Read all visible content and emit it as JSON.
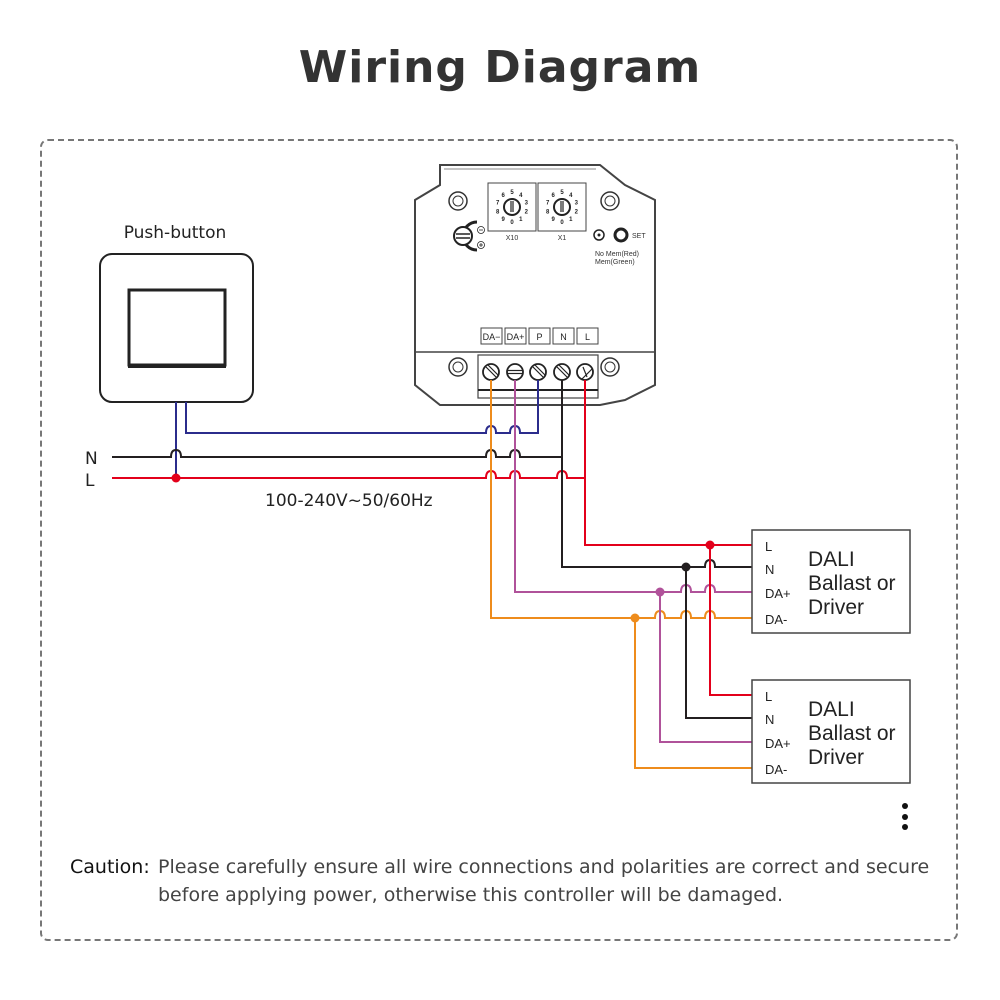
{
  "title": "Wiring Diagram",
  "push_button": {
    "label": "Push-button"
  },
  "mains": {
    "n_label": "N",
    "l_label": "L",
    "voltage_label": "100-240V~50/60Hz"
  },
  "controller": {
    "dials": [
      {
        "label": "X10",
        "digits": [
          "0",
          "1",
          "2",
          "3",
          "4",
          "5",
          "6",
          "7",
          "8",
          "9"
        ]
      },
      {
        "label": "X1",
        "digits": [
          "0",
          "1",
          "2",
          "3",
          "4",
          "5",
          "6",
          "7",
          "8",
          "9"
        ]
      }
    ],
    "set_label": "SET",
    "led_label_1": "No Mem(Red)",
    "led_label_2": "Mem(Green)",
    "terminals": [
      "DA−",
      "DA+",
      "P",
      "N",
      "L"
    ]
  },
  "drivers": [
    {
      "name_line1": "DALI",
      "name_line2": "Ballast or",
      "name_line3": "Driver",
      "pins": [
        "L",
        "N",
        "DA+",
        "DA-"
      ]
    },
    {
      "name_line1": "DALI",
      "name_line2": "Ballast or",
      "name_line3": "Driver",
      "pins": [
        "L",
        "N",
        "DA+",
        "DA-"
      ]
    }
  ],
  "wire_colors": {
    "L": "#e3001b",
    "N": "#231f20",
    "P": "#2b2c8c",
    "DA+": "#b0529a",
    "DA-": "#ee8c1c"
  },
  "caution": {
    "label": "Caution:",
    "text": "Please carefully ensure all wire connections and polarities are correct and secure before applying power, otherwise this controller will be damaged."
  }
}
